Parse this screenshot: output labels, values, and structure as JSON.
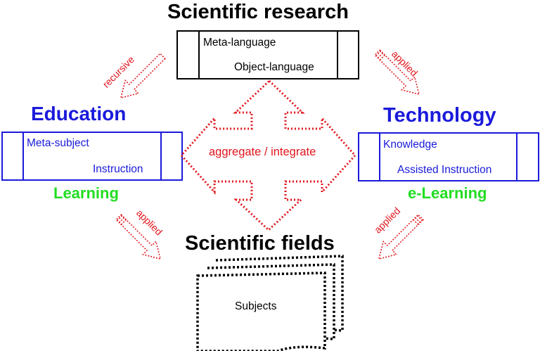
{
  "titles": {
    "research": "Scientific research",
    "education": "Education",
    "technology": "Technology",
    "fields": "Scientific fields",
    "learning": "Learning",
    "elearning": "e-Learning"
  },
  "boxes": {
    "research": {
      "top_text": "Meta-language",
      "bottom_text": "Object-language"
    },
    "education": {
      "top_text": "Meta-subject",
      "bottom_text": "Instruction"
    },
    "technology": {
      "top_text": "Knowledge",
      "bottom_text": "Assisted Instruction"
    }
  },
  "arrows": {
    "recursive": "recursive",
    "applied_research": "applied",
    "applied_education": "applied",
    "applied_technology": "applied",
    "center": "aggregate / integrate"
  },
  "documents": {
    "label": "Subjects"
  },
  "colors": {
    "blue": "#1a1adb",
    "red": "#e0141b",
    "green": "#22dd22",
    "black": "#000000"
  }
}
